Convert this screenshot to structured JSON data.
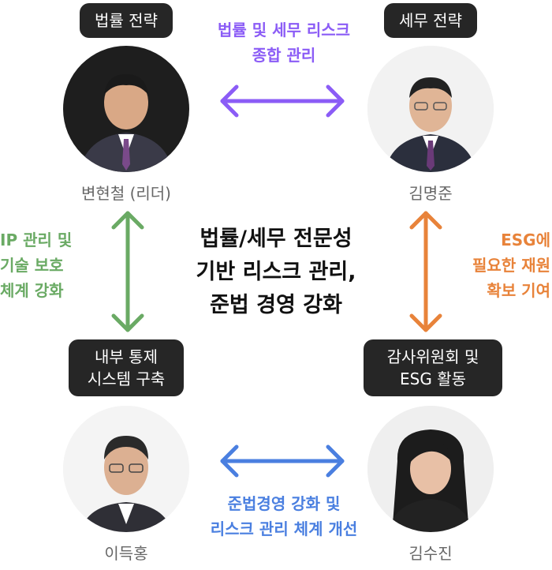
{
  "colors": {
    "purple": "#8b5cf6",
    "green": "#6aaa64",
    "orange": "#e8833a",
    "blue": "#4a7fe0",
    "role_bg": "#262626",
    "name": "#666666"
  },
  "members": [
    {
      "role": "법률 전략",
      "name": "변현철 (리더)"
    },
    {
      "role": "세무 전략",
      "name": "김명준"
    },
    {
      "role": "내부 통제\n시스템 구축",
      "name": "이득홍"
    },
    {
      "role": "감사위원회 및\nESG 활동",
      "name": "김수진"
    }
  ],
  "labels": {
    "top": "법률 및 세무 리스크\n종합 관리",
    "left": "IP 관리 및\n기술 보호\n체계 강화",
    "right": "ESG에\n필요한 재원\n확보 기여",
    "bottom": "준법경영 강화 및\n리스크 관리 체계 개선"
  },
  "center": "법률/세무 전문성\n기반 리스크 관리,\n준법 경영 강화"
}
